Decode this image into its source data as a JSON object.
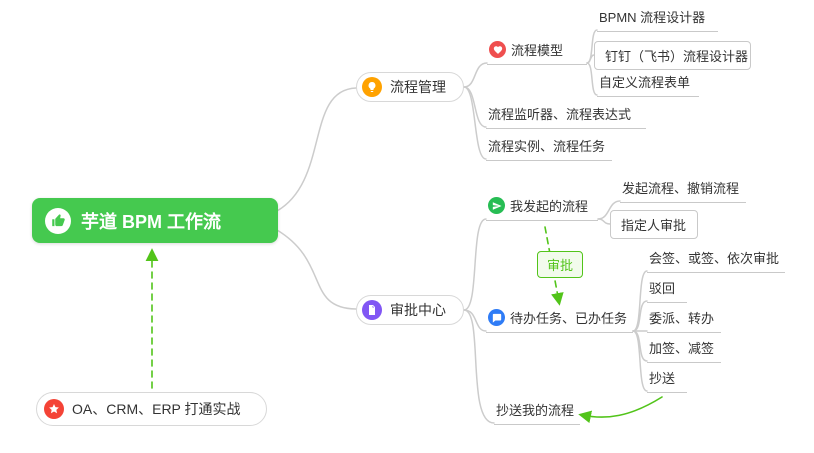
{
  "mindmap": {
    "root": {
      "label": "芋道 BPM 工作流",
      "icon": "thumbs-up"
    },
    "process_management": {
      "label": "流程管理",
      "icon": "lightbulb",
      "process_model": {
        "label": "流程模型",
        "icon": "heart",
        "items": {
          "bpmn": "BPMN 流程设计器",
          "dingtalk": "钉钉（飞书）流程设计器",
          "custom_form": "自定义流程表单"
        }
      },
      "listener": "流程监听器、流程表达式",
      "instance": "流程实例、流程任务"
    },
    "approval_center": {
      "label": "审批中心",
      "icon": "document",
      "my_initiated": {
        "label": "我发起的流程",
        "icon": "paper-plane",
        "items": {
          "initiate_cancel": "发起流程、撤销流程",
          "assignee": "指定人审批"
        }
      },
      "approval_tag": "审批",
      "todo_done": {
        "label": "待办任务、已办任务",
        "icon": "chat-bubble",
        "items": {
          "countersign": "会签、或签、依次审批",
          "reject": "驳回",
          "delegate": "委派、转办",
          "add_sign": "加签、减签",
          "cc": "抄送"
        }
      },
      "cc_my_process": "抄送我的流程"
    },
    "practice": {
      "label": "OA、CRM、ERP 打通实战",
      "icon": "star"
    }
  },
  "colors": {
    "root_bg": "#45c94f",
    "arrow_green": "#52c41a",
    "connector_gray": "#cccccc",
    "underline_gray": "#c9c9c9",
    "icon_orange": "#ffa200",
    "icon_red": "#ef4f4f",
    "icon_purple": "#8156f4",
    "icon_green": "#27bd54",
    "icon_blue": "#2f7cf6",
    "icon_star_red": "#f44336"
  }
}
